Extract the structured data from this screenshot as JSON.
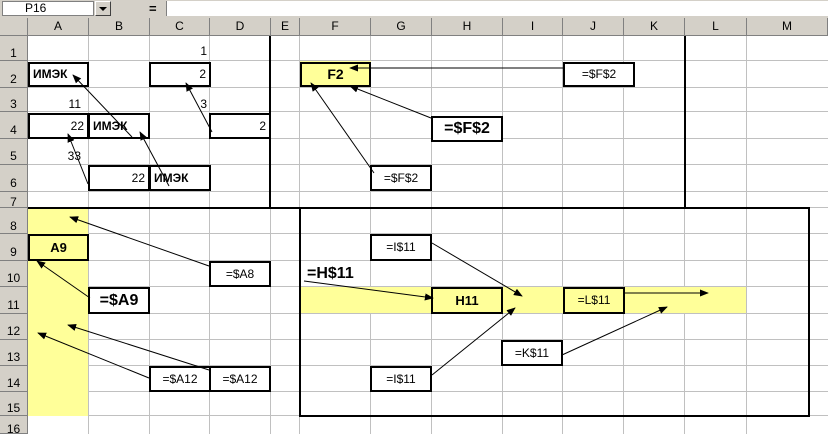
{
  "formula_bar": {
    "name_box": "P16",
    "equals": "=",
    "formula": ""
  },
  "columns": [
    "A",
    "B",
    "C",
    "D",
    "E",
    "F",
    "G",
    "H",
    "I",
    "J",
    "K",
    "L",
    "M"
  ],
  "rows": [
    "1",
    "2",
    "3",
    "4",
    "5",
    "6",
    "7",
    "8",
    "9",
    "10",
    "11",
    "12",
    "13",
    "14",
    "15",
    "16"
  ],
  "cells": {
    "C1": "1",
    "A2": "ИМЭК",
    "C2": "2",
    "F2": "F2",
    "J2": "=$F$2",
    "A3": "11",
    "C3": "3",
    "A4": "22",
    "B4": "ИМЭК",
    "D4": "2",
    "H4": "=$F$2",
    "A5": "33",
    "B6": "22",
    "C6": "ИМЭК",
    "G6": "=$F$2",
    "A9": "A9",
    "G9": "=I$11",
    "D10": "=$A8",
    "F10": "=H$11",
    "B11": "=$A9",
    "H11": "H11",
    "J11": "=L$11",
    "J13": "=K$11",
    "C14": "=$A12",
    "D14": "=$A12",
    "G14": "=I$11"
  },
  "colors": {
    "highlight": "#ffff99",
    "chrome": "#d4d0c8"
  }
}
